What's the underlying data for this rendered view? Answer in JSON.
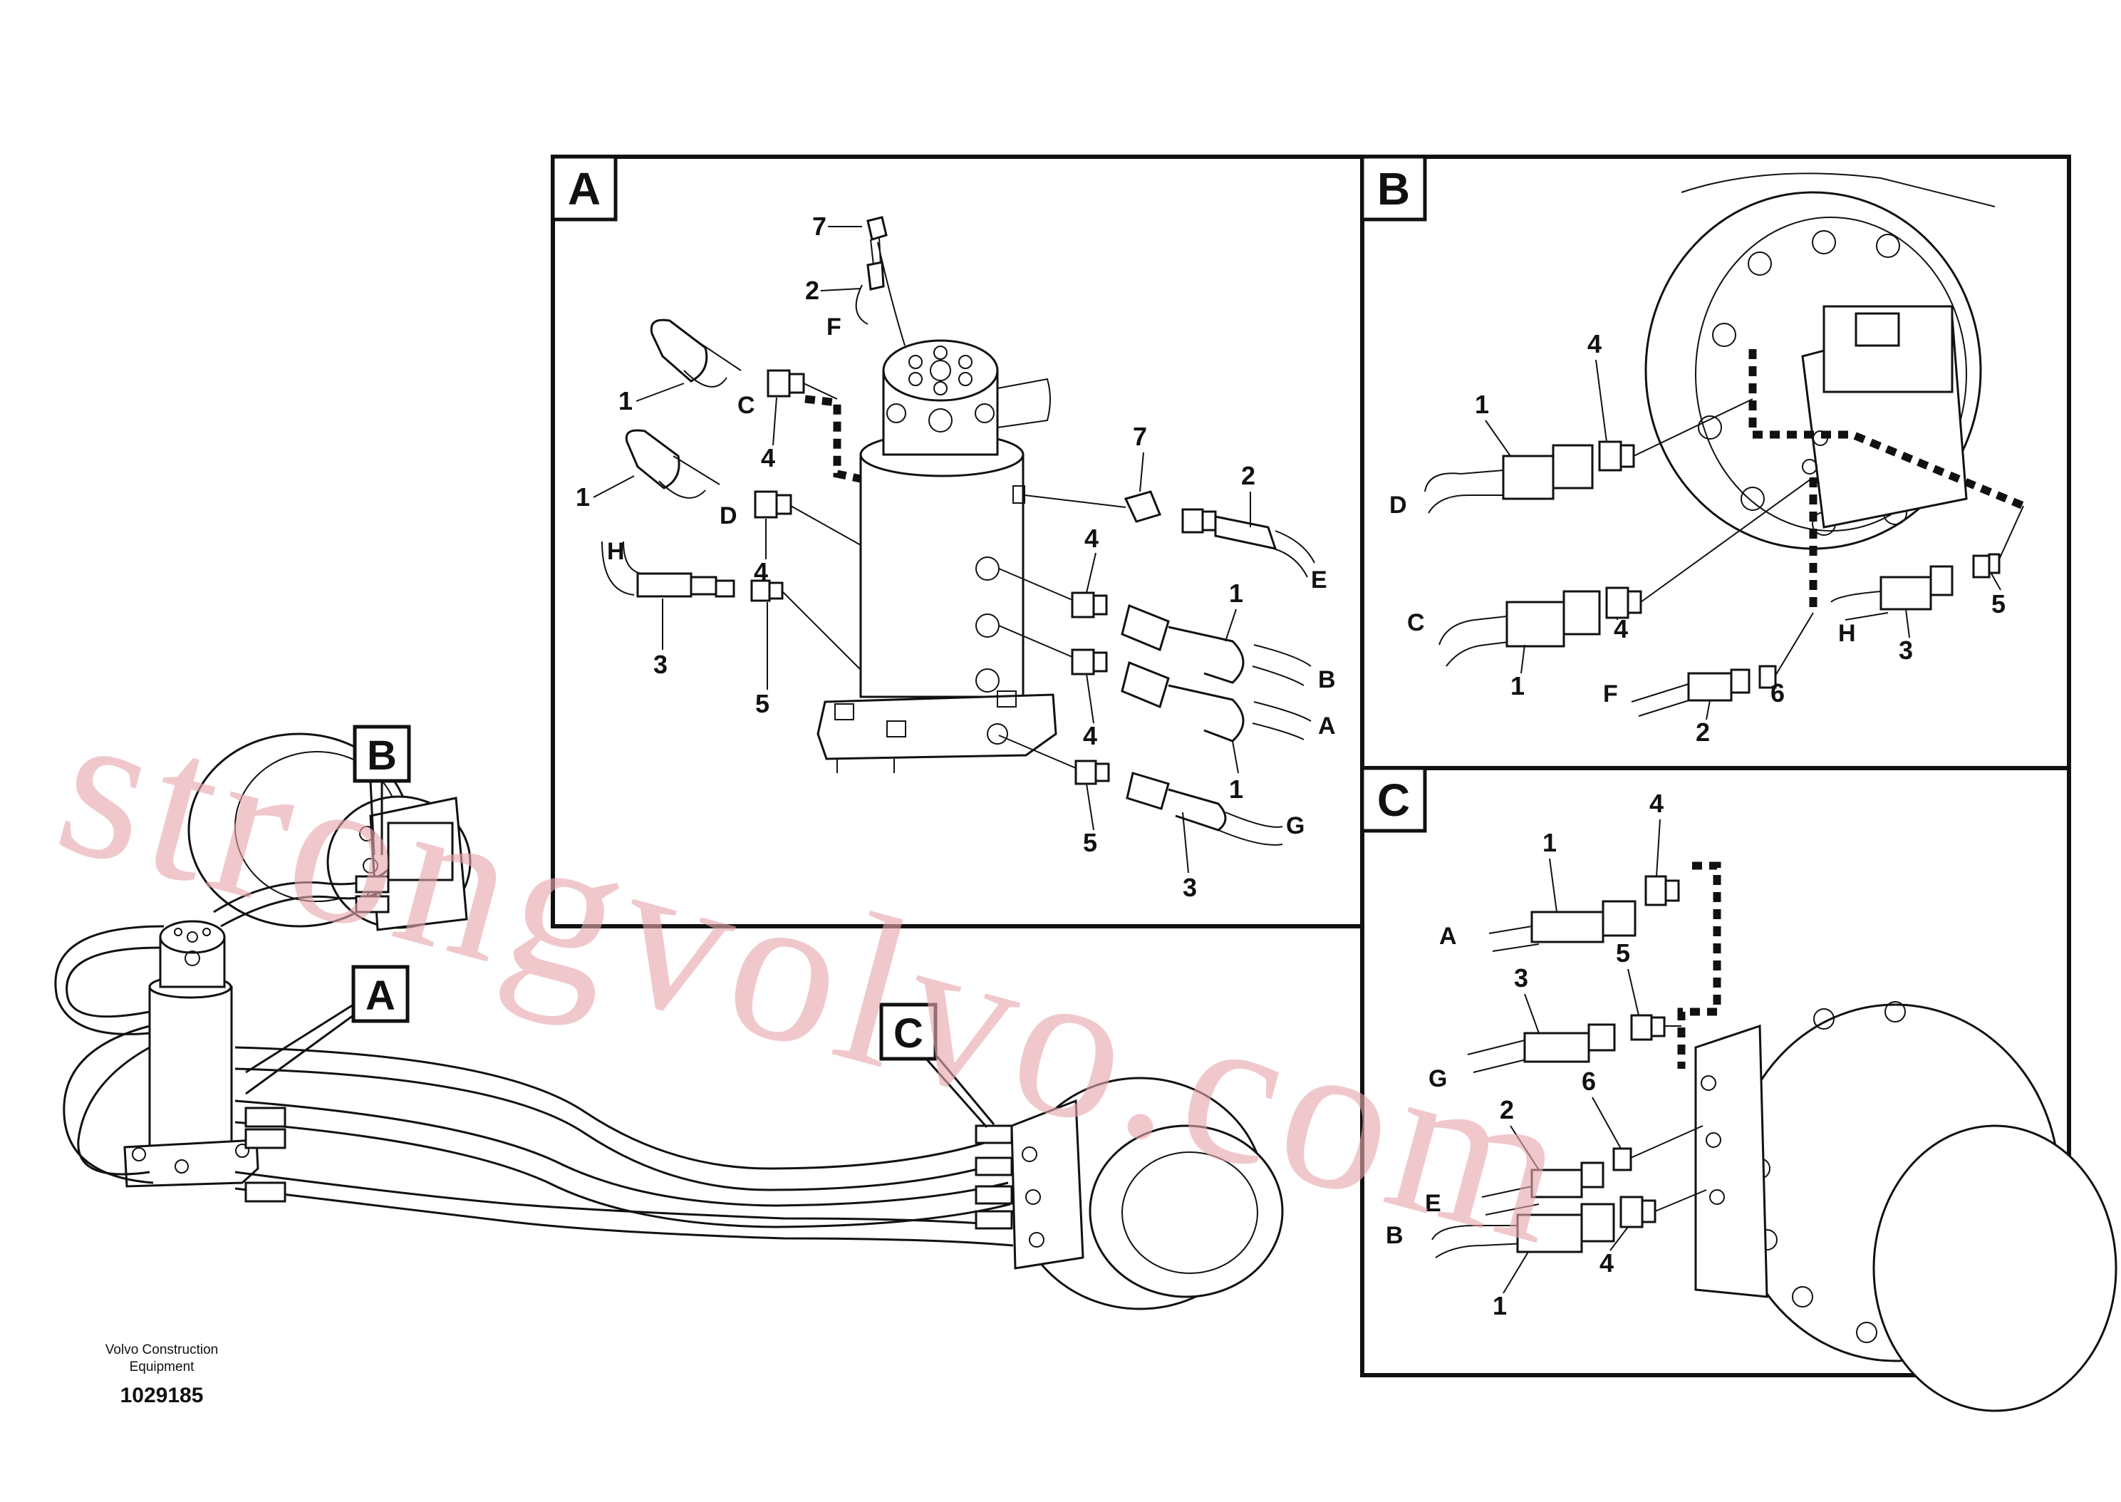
{
  "views": {
    "a": {
      "tag": "A"
    },
    "b": {
      "tag": "B"
    },
    "c": {
      "tag": "C"
    }
  },
  "overview": {
    "callout_a": "A",
    "callout_b": "B",
    "callout_c": "C"
  },
  "parts": {
    "p1": "1",
    "p2": "2",
    "p3": "3",
    "p4": "4",
    "p5": "5",
    "p6": "6",
    "p7": "7"
  },
  "ports": {
    "a": "A",
    "b": "B",
    "c": "C",
    "d": "D",
    "e": "E",
    "f": "F",
    "g": "G",
    "h": "H"
  },
  "footer": {
    "company": "Volvo Construction",
    "company_line2": "Equipment",
    "drawing_number": "1029185"
  },
  "watermark": "strongvolvo.com"
}
